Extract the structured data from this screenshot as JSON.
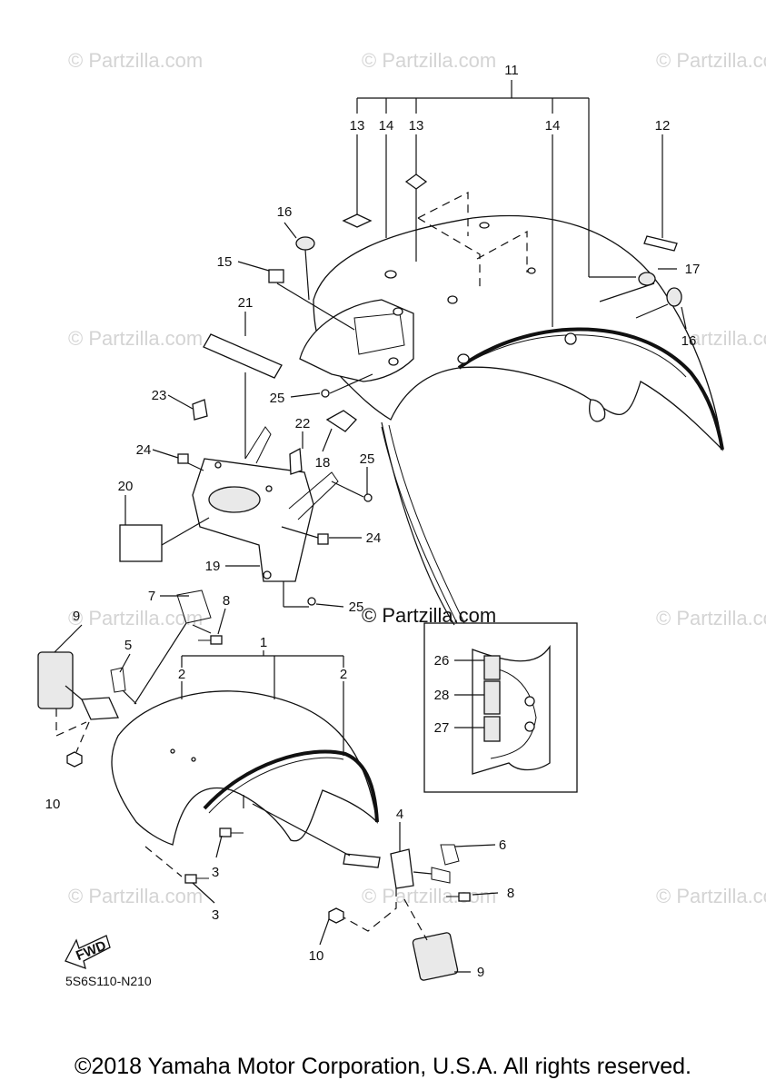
{
  "watermark": "© Partzilla.com",
  "center_watermark": "© Partzilla.com",
  "fwd_label": "FWD",
  "diagram_code": "5S6S110-N210",
  "copyright": "©2018 Yamaha Motor Corporation, U.S.A. All rights reserved.",
  "callouts": {
    "c1": "1",
    "c2a": "2",
    "c2b": "2",
    "c3a": "3",
    "c3b": "3",
    "c4": "4",
    "c5": "5",
    "c6": "6",
    "c7": "7",
    "c8a": "8",
    "c8b": "8",
    "c9a": "9",
    "c9b": "9",
    "c10a": "10",
    "c10b": "10",
    "c11": "11",
    "c12": "12",
    "c13a": "13",
    "c13b": "13",
    "c14a": "14",
    "c14b": "14",
    "c15": "15",
    "c16a": "16",
    "c16b": "16",
    "c17": "17",
    "c18": "18",
    "c19": "19",
    "c20": "20",
    "c21": "21",
    "c22": "22",
    "c23": "23",
    "c24a": "24",
    "c24b": "24",
    "c25a": "25",
    "c25b": "25",
    "c25c": "25",
    "c26": "26",
    "c27": "27",
    "c28": "28"
  }
}
